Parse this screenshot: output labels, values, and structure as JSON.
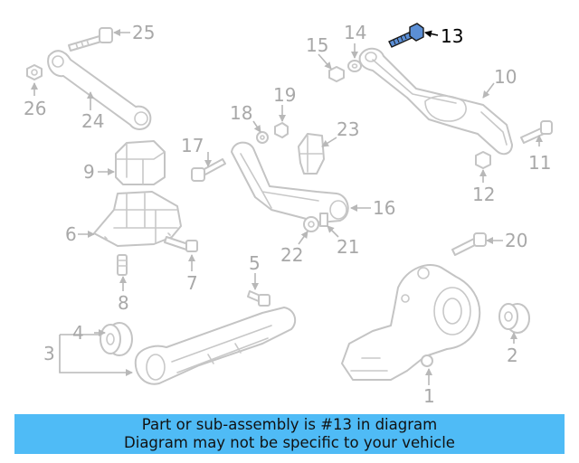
{
  "diagram": {
    "highlighted_part": "13",
    "callouts": {
      "c1": "1",
      "c2": "2",
      "c3": "3",
      "c4": "4",
      "c5": "5",
      "c6": "6",
      "c7": "7",
      "c8": "8",
      "c9": "9",
      "c10": "10",
      "c11": "11",
      "c12": "12",
      "c13": "13",
      "c14": "14",
      "c15": "15",
      "c16": "16",
      "c17": "17",
      "c18": "18",
      "c19": "19",
      "c20": "20",
      "c21": "21",
      "c22": "22",
      "c23": "23",
      "c24": "24",
      "c25": "25",
      "c26": "26"
    },
    "colors": {
      "part_outline": "#c4c4c4",
      "callout_text": "#a8a8a8",
      "highlight_fill": "#5b8fd6",
      "highlight_label": "#000000"
    }
  },
  "footer": {
    "line1": "Part or sub-assembly is #13 in diagram",
    "line2": "Diagram may not be specific to your vehicle",
    "background": "#4fbbf6"
  }
}
